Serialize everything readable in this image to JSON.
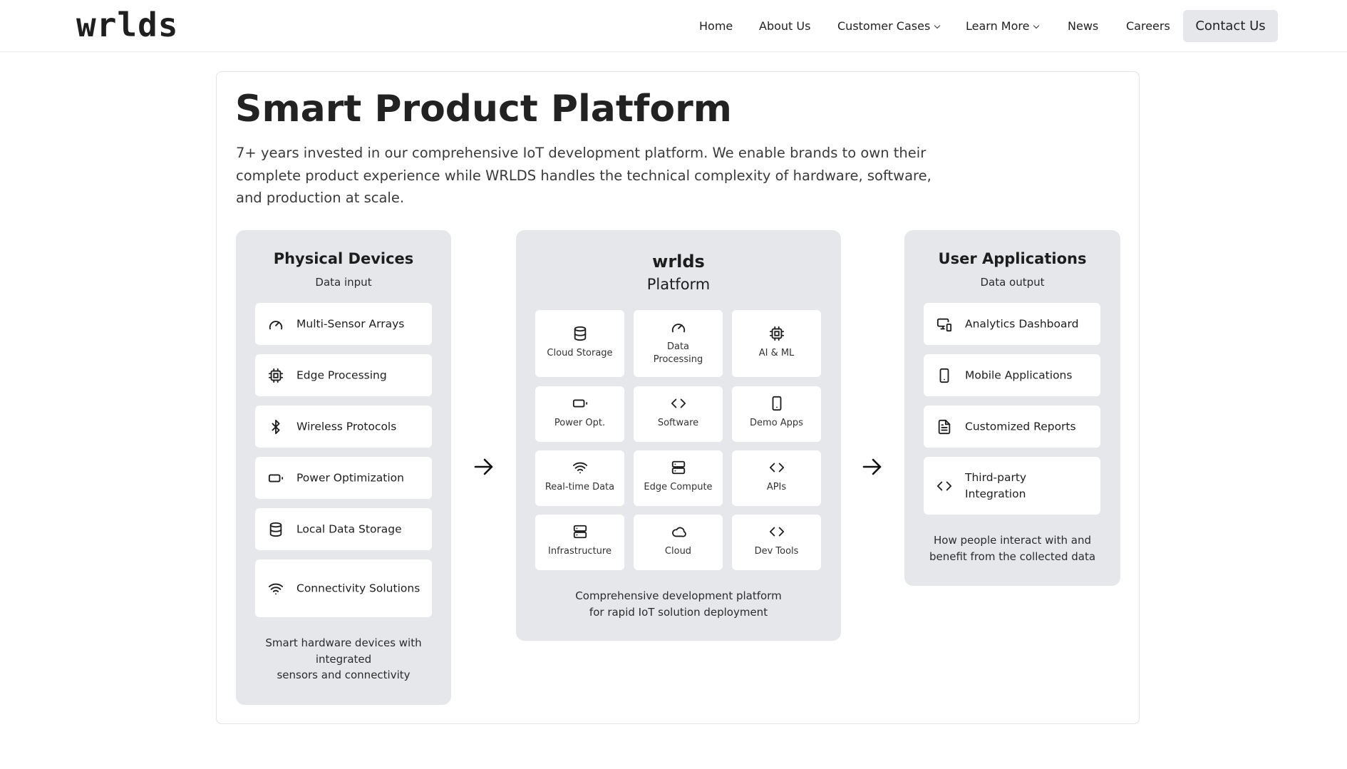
{
  "brand": {
    "logo": "wrlds"
  },
  "nav": {
    "items": [
      {
        "label": "Home"
      },
      {
        "label": "About Us"
      },
      {
        "label": "Customer Cases"
      },
      {
        "label": "Learn More"
      },
      {
        "label": "News"
      },
      {
        "label": "Careers"
      }
    ],
    "contact_label": "Contact Us"
  },
  "hero": {
    "title": "Smart Product Platform",
    "lead": "7+ years invested in our comprehensive IoT development platform. We enable brands to own their complete product experience while WRLDS handles the technical complexity of hardware, software, and production at scale."
  },
  "devices": {
    "title": "Physical Devices",
    "subtitle": "Data input",
    "items": [
      {
        "label": "Multi-Sensor Arrays",
        "icon": "gauge-icon"
      },
      {
        "label": "Edge Processing",
        "icon": "cpu-icon"
      },
      {
        "label": "Wireless Protocols",
        "icon": "bluetooth-icon"
      },
      {
        "label": "Power Optimization",
        "icon": "battery-icon"
      },
      {
        "label": "Local Data Storage",
        "icon": "database-icon"
      },
      {
        "label": "Connectivity Solutions",
        "icon": "wifi-icon"
      }
    ],
    "footer_lines": [
      "Smart hardware devices with",
      "integrated",
      "sensors and connectivity"
    ]
  },
  "platform": {
    "title": "wrlds",
    "subtitle": "Platform",
    "tiles": [
      {
        "label": "Cloud Storage",
        "icon": "database-icon"
      },
      {
        "label": "Data Processing",
        "icon": "gauge-icon"
      },
      {
        "label": "AI & ML",
        "icon": "cpu-icon"
      },
      {
        "label": "Power Opt.",
        "icon": "battery-icon"
      },
      {
        "label": "Software",
        "icon": "code-icon"
      },
      {
        "label": "Demo Apps",
        "icon": "smartphone-icon"
      },
      {
        "label": "Real-time Data",
        "icon": "wifi-icon"
      },
      {
        "label": "Edge Compute",
        "icon": "server-icon"
      },
      {
        "label": "APIs",
        "icon": "code-icon"
      },
      {
        "label": "Infrastructure",
        "icon": "server-icon"
      },
      {
        "label": "Cloud",
        "icon": "cloud-icon"
      },
      {
        "label": "Dev Tools",
        "icon": "code-icon"
      }
    ],
    "footer_lines": [
      "Comprehensive development platform",
      "for rapid IoT solution deployment"
    ]
  },
  "apps": {
    "title": "User Applications",
    "subtitle": "Data output",
    "items": [
      {
        "label": "Analytics Dashboard",
        "icon": "monitor-smartphone-icon"
      },
      {
        "label": "Mobile Applications",
        "icon": "smartphone-icon"
      },
      {
        "label": "Customized Reports",
        "icon": "file-text-icon"
      },
      {
        "label": "Third-party Integration",
        "icon": "code-icon"
      }
    ],
    "footer_lines": [
      "How people interact with and",
      "benefit from the collected data"
    ]
  }
}
